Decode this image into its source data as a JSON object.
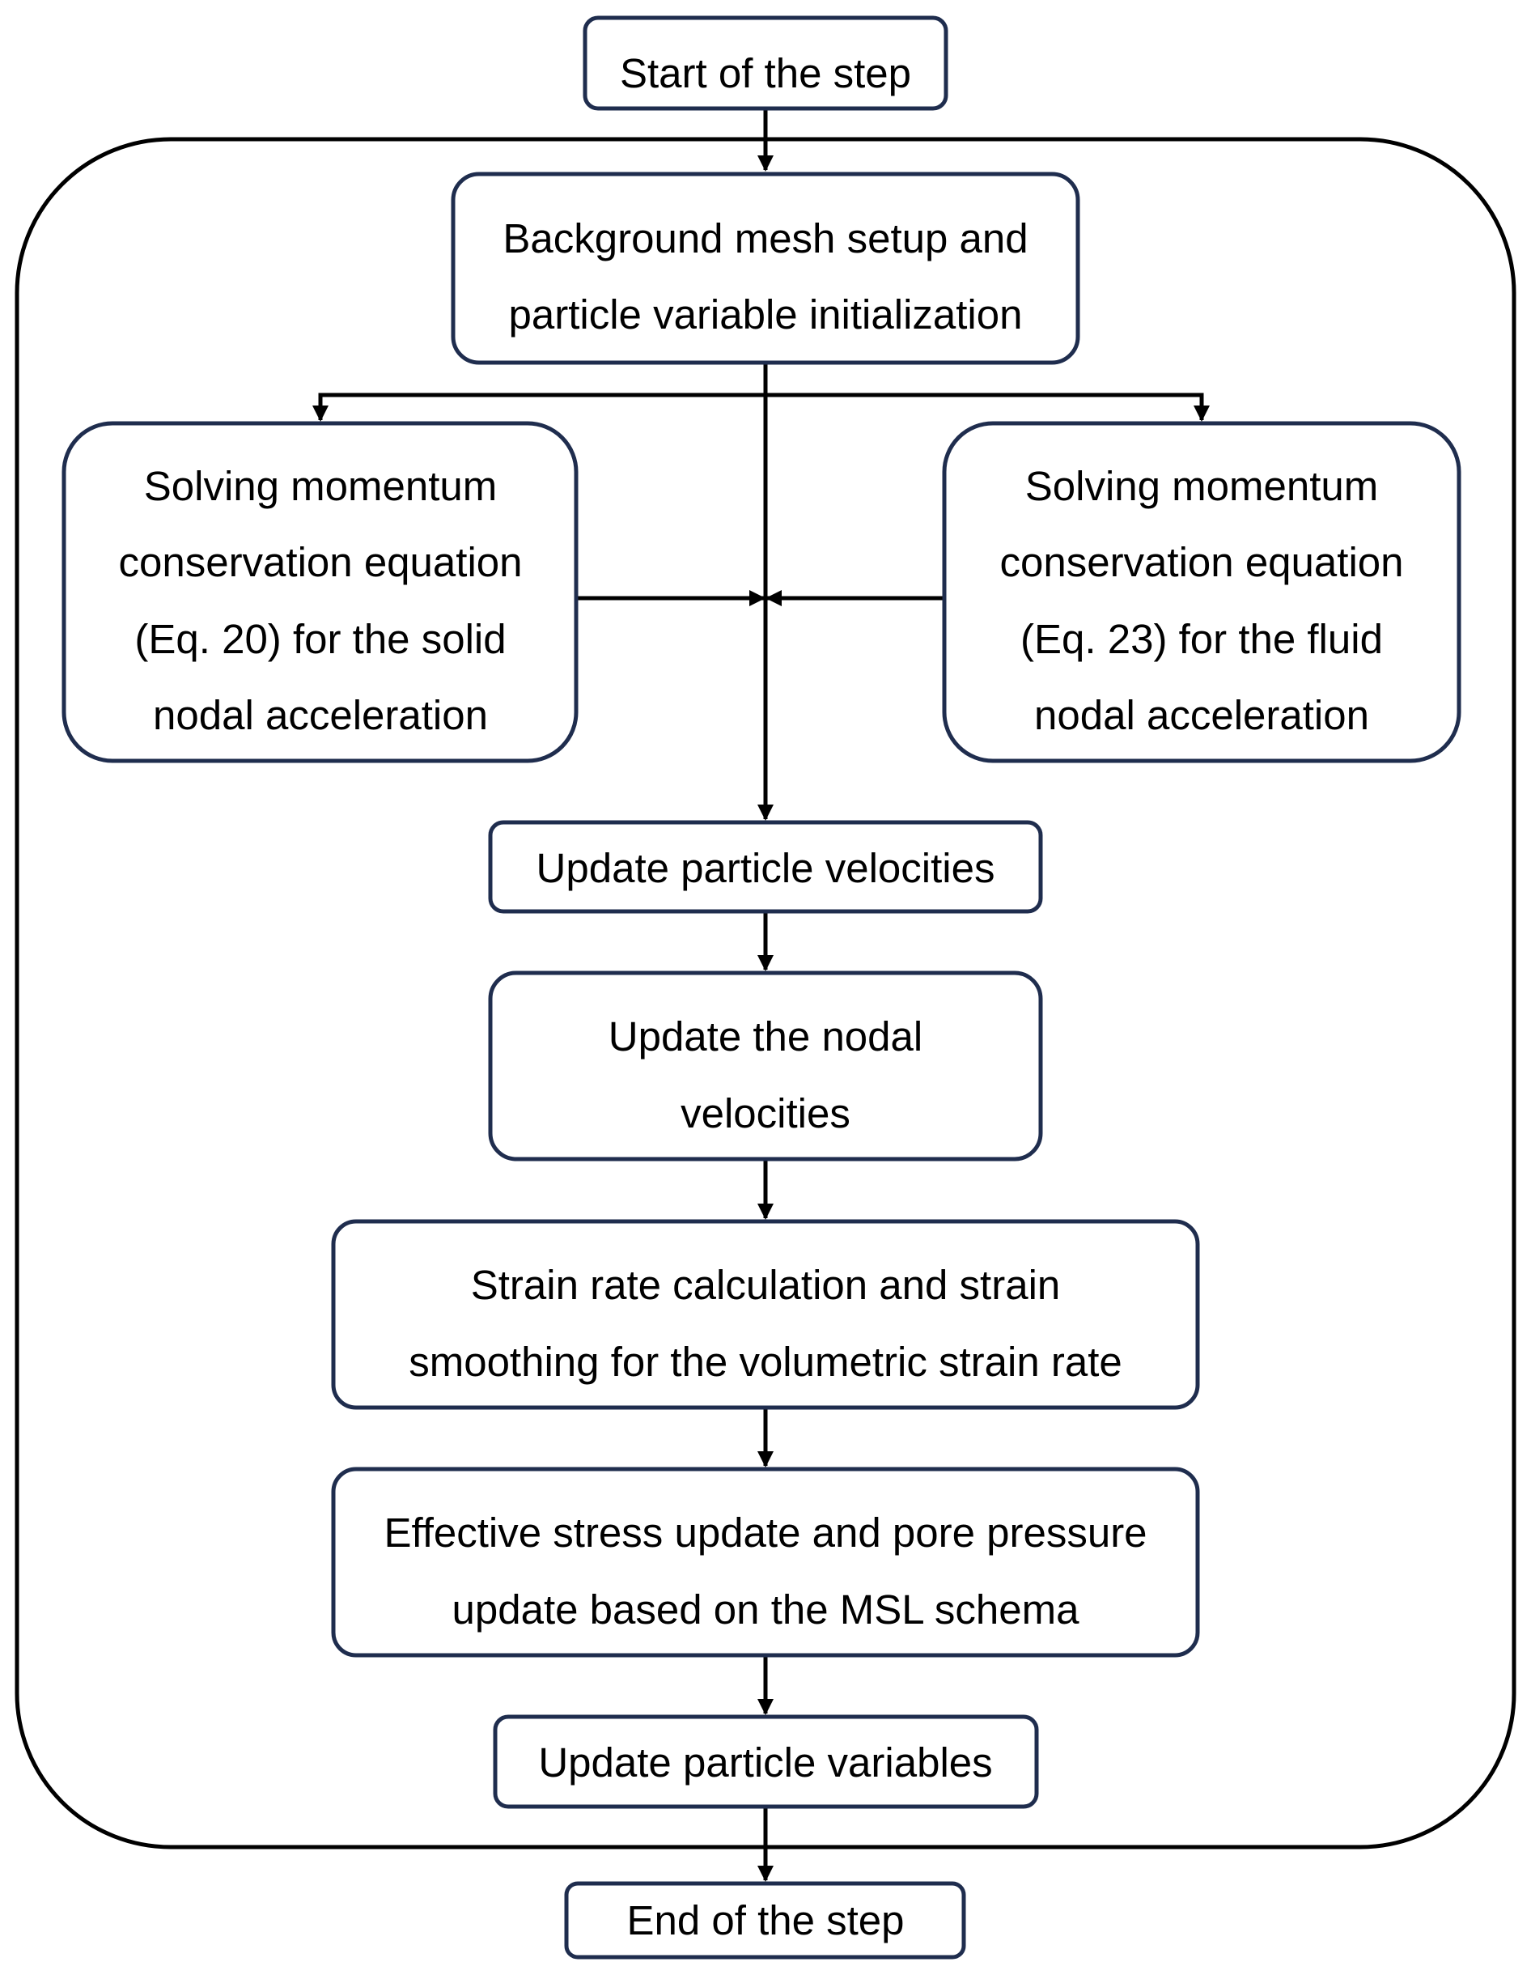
{
  "diagram": {
    "nodes": {
      "start": {
        "lines": [
          "Start of the step"
        ]
      },
      "setup": {
        "lines": [
          "Background mesh setup and",
          "particle variable initialization"
        ]
      },
      "solid": {
        "lines": [
          "Solving momentum",
          "conservation equation",
          "(Eq. 20)  for the solid",
          "nodal acceleration"
        ]
      },
      "fluid": {
        "lines": [
          "Solving momentum",
          "conservation equation",
          "(Eq. 23)  for the fluid",
          "nodal acceleration"
        ]
      },
      "update_particle_vel": {
        "lines": [
          "Update particle velocities"
        ]
      },
      "update_nodal_vel": {
        "lines": [
          "Update the nodal",
          "velocities"
        ]
      },
      "strain_rate": {
        "lines": [
          "Strain rate calculation and strain",
          "smoothing for the volumetric strain rate"
        ]
      },
      "stress_update": {
        "lines": [
          "Effective stress update and pore pressure",
          "update based on the MSL schema"
        ]
      },
      "update_particle_vars": {
        "lines": [
          "Update particle variables"
        ]
      },
      "end": {
        "lines": [
          "End of the step"
        ]
      }
    }
  }
}
